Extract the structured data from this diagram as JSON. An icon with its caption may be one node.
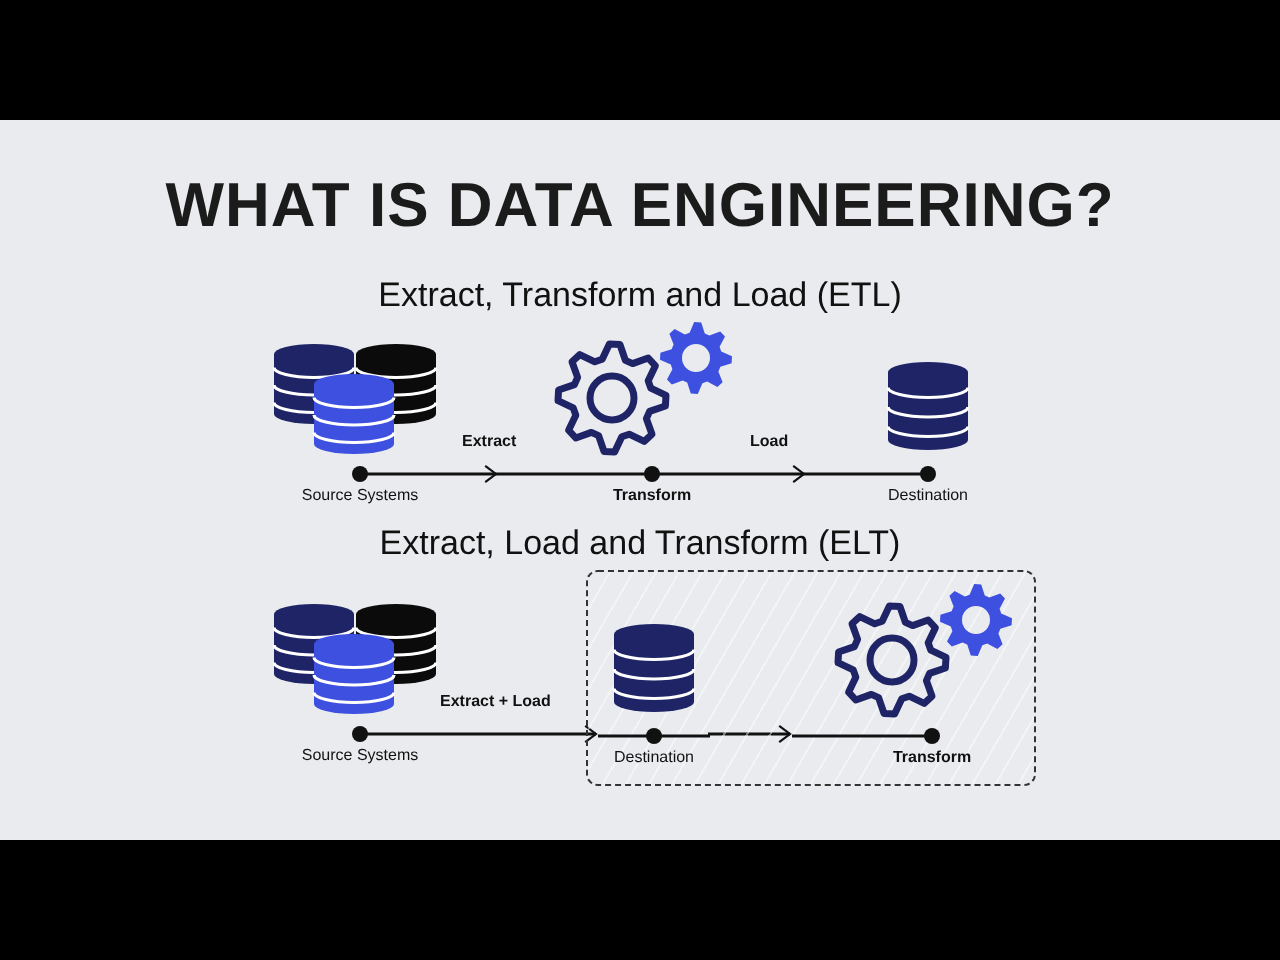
{
  "diagram": {
    "title": "WHAT IS DATA ENGINEERING?",
    "nodes": [
      {
        "text": [
          "Source Systems"
        ]
      },
      {
        "text": [
          "Transform"
        ]
      },
      {
        "text": [
          "Destination"
        ]
      },
      {
        "text": [
          "Source Systems"
        ]
      },
      {
        "text": [],
        "shape": "box"
      },
      {
        "text": [
          "Destination"
        ],
        "in": 4
      },
      {
        "text": [
          "Transform"
        ],
        "in": 4
      }
    ],
    "edges": [
      {
        "from": 0,
        "to": 1,
        "arrow": "to",
        "label": "Extract"
      },
      {
        "from": 1,
        "to": 2,
        "arrow": "to",
        "label": "Load"
      },
      {
        "from": 3,
        "to": 5,
        "arrow": "to",
        "label": "Extract + Load"
      },
      {
        "from": 5,
        "to": 6,
        "arrow": "to"
      }
    ],
    "labels": [
      "Extract, Transform and Load (ETL)",
      "Extract, Load and Transform (ELT)"
    ]
  }
}
